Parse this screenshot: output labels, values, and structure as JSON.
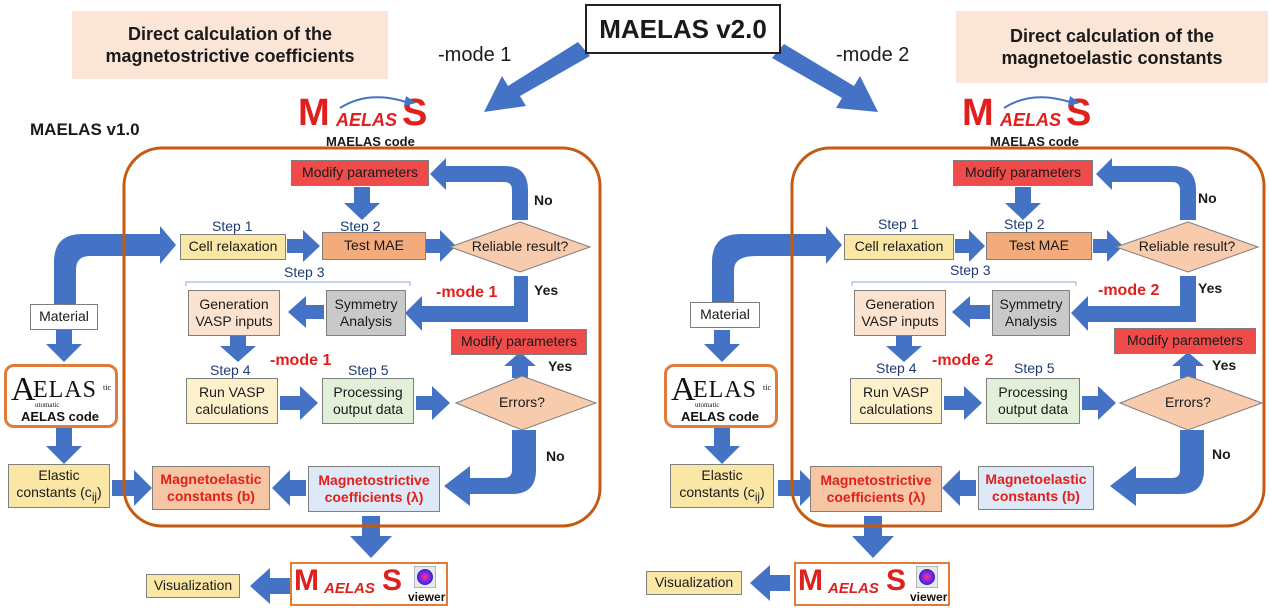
{
  "header": {
    "main_title": "MAELAS v2.0",
    "mode1_label": "-mode 1",
    "mode2_label": "-mode 2",
    "left_title": "Direct calculation of the\nmagnetostrictive coefficients",
    "right_title": "Direct calculation of the\nmagnetoelastic constants",
    "v1_label": "MAELAS v1.0"
  },
  "logo": {
    "m": "M",
    "aelas": "AELAS",
    "s": "S",
    "code_label": "MAELAS code",
    "viewer_label": "viewer"
  },
  "aelas_logo": {
    "a": "A",
    "elas": "ELAS",
    "tic": "tic",
    "automatic": "utomatic",
    "code_label": "AELAS code"
  },
  "left": {
    "modify_top": "Modify parameters",
    "step1": "Step 1",
    "cell_relaxation": "Cell relaxation",
    "step2": "Step 2",
    "test_mae": "Test MAE",
    "reliable": "Reliable result?",
    "no_top": "No",
    "yes_mid": "Yes",
    "step3": "Step 3",
    "material": "Material",
    "generation": "Generation\nVASP inputs",
    "symmetry": "Symmetry\nAnalysis",
    "mode_a": "-mode 1",
    "mode_b": "-mode 1",
    "modify_mid": "Modify parameters",
    "yes_low": "Yes",
    "step4": "Step 4",
    "step5": "Step 5",
    "run_vasp": "Run VASP\ncalculations",
    "processing": "Processing\noutput data",
    "errors": "Errors?",
    "no_low": "No",
    "elastic": "Elastic\nconstants (c",
    "elastic_sub": "ij",
    "elastic_end": ")",
    "magnetoelastic": "Magnetoelastic\nconstants (b)",
    "magnetostrictive": "Magnetostrictive\ncoefficients (λ)",
    "visualization": "Visualization"
  },
  "right": {
    "modify_top": "Modify parameters",
    "step1": "Step 1",
    "cell_relaxation": "Cell relaxation",
    "step2": "Step 2",
    "test_mae": "Test MAE",
    "reliable": "Reliable result?",
    "no_top": "No",
    "yes_mid": "Yes",
    "step3": "Step 3",
    "material": "Material",
    "generation": "Generation\nVASP inputs",
    "symmetry": "Symmetry\nAnalysis",
    "mode_a": "-mode 2",
    "mode_b": "-mode 2",
    "modify_mid": "Modify parameters",
    "yes_low": "Yes",
    "step4": "Step 4",
    "step5": "Step 5",
    "run_vasp": "Run VASP\ncalculations",
    "processing": "Processing\noutput data",
    "errors": "Errors?",
    "no_low": "No",
    "elastic": "Elastic\nconstants (c",
    "elastic_sub": "ij",
    "elastic_end": ")",
    "magnetostrictive": "Magnetostrictive\ncoefficients (λ)",
    "magnetoelastic": "Magnetoelastic\nconstants (b)",
    "visualization": "Visualization"
  },
  "colors": {
    "arrow": "#4472c4",
    "frame": "#c55a11",
    "logo_red": "#e0201c",
    "accent_red": "#ef4b4b"
  }
}
